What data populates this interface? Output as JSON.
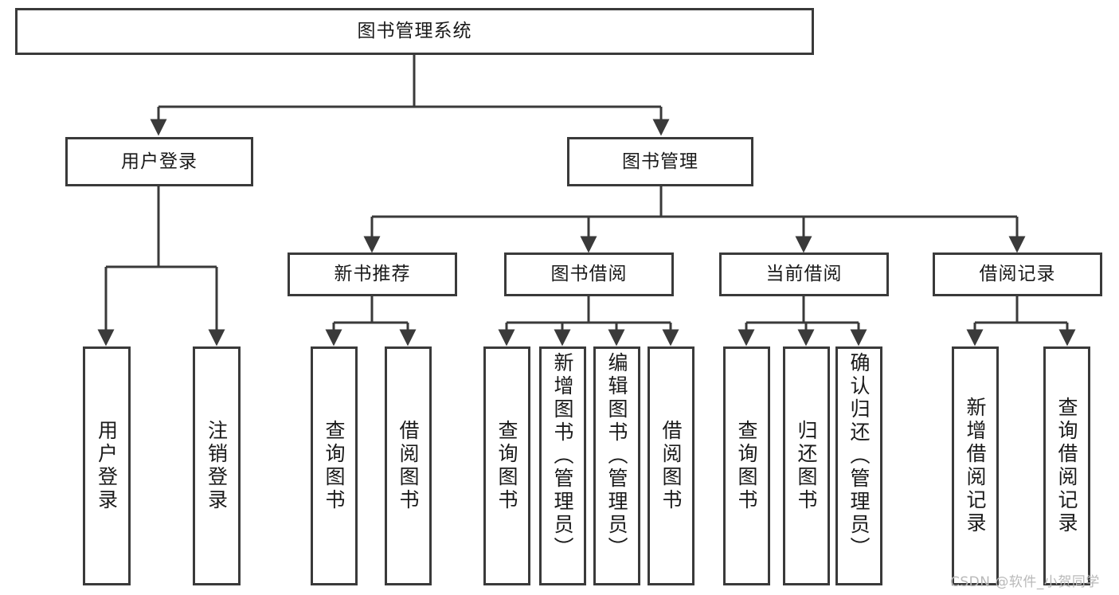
{
  "diagram": {
    "type": "tree",
    "title": "图书管理系统",
    "stroke_color": "#3a3a3a",
    "fill_color": "#ffffff",
    "text_color": "#1a1a1a",
    "root": {
      "label": "图书管理系统"
    },
    "level2": [
      {
        "label": "用户登录"
      },
      {
        "label": "图书管理"
      }
    ],
    "level3": [
      {
        "label": "新书推荐"
      },
      {
        "label": "图书借阅"
      },
      {
        "label": "当前借阅"
      },
      {
        "label": "借阅记录"
      }
    ],
    "leaves": {
      "user_login": [
        {
          "label": "用户登录"
        },
        {
          "label": "注销登录"
        }
      ],
      "new_book": [
        {
          "label": "查询图书"
        },
        {
          "label": "借阅图书"
        }
      ],
      "book_borrow": [
        {
          "label": "查询图书"
        },
        {
          "label": "新增图书（管理员）"
        },
        {
          "label": "编辑图书（管理员）"
        },
        {
          "label": "借阅图书"
        }
      ],
      "current_borrow": [
        {
          "label": "查询图书"
        },
        {
          "label": "归还图书"
        },
        {
          "label": "确认归还（管理员）"
        }
      ],
      "borrow_record": [
        {
          "label": "新增借阅记录"
        },
        {
          "label": "查询借阅记录"
        }
      ]
    }
  },
  "watermark": {
    "text": "CSDN @软件_小贺同学"
  }
}
